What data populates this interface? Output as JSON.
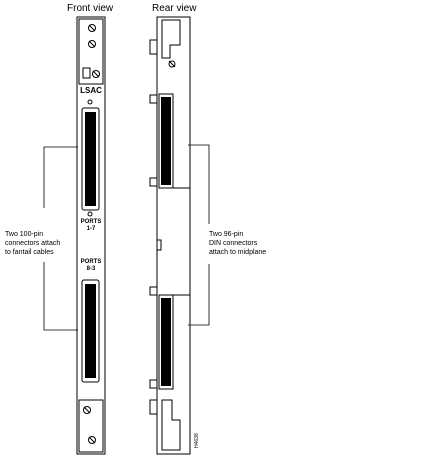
{
  "views": {
    "front_title": "Front view",
    "rear_title": "Rear view"
  },
  "card": {
    "name": "LSAC",
    "ports_top": [
      "PORTS",
      "1-7"
    ],
    "ports_bottom": [
      "PORTS",
      "8-3"
    ]
  },
  "callouts": {
    "left": [
      "Two 100-pin",
      "connectors attach",
      "to fantail cables"
    ],
    "right": [
      "Two 96-pin",
      "DIN connectors",
      "attach to midplane"
    ]
  },
  "figure_id": "H4638"
}
